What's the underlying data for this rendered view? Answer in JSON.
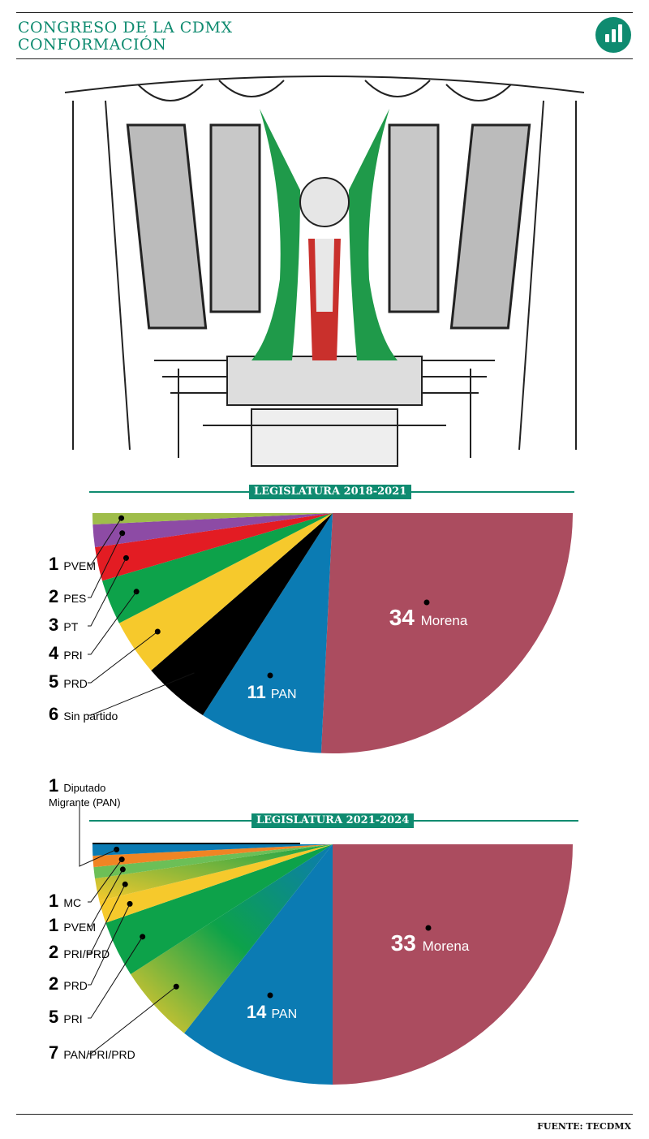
{
  "header": {
    "title_line1": "CONGRESO DE LA CDMX",
    "title_line2": "CONFORMACIÓN",
    "logo_icon": "bar-chart-icon",
    "accent": "#0f8b70"
  },
  "illustration": {
    "icon": "legislative-chamber-illustration"
  },
  "chart_data": [
    {
      "type": "pie",
      "title": "LEGISLATURA 2018-2021",
      "display": "half-pie (bottom half), labels left",
      "slices": [
        {
          "label": "Morena",
          "value": 34,
          "color": "#ab4c5f"
        },
        {
          "label": "PAN",
          "value": 11,
          "color": "#0b7bb3"
        },
        {
          "label": "Sin partido",
          "value": 6,
          "color": "#000000"
        },
        {
          "label": "PRD",
          "value": 5,
          "color": "#f6c92c"
        },
        {
          "label": "PRI",
          "value": 4,
          "color": "#0da24a"
        },
        {
          "label": "PT",
          "value": 3,
          "color": "#e31c23"
        },
        {
          "label": "PES",
          "value": 2,
          "color": "#8d4ba5"
        },
        {
          "label": "PVEM",
          "value": 1,
          "color": "#9fbd4a"
        }
      ]
    },
    {
      "type": "pie",
      "title": "LEGISLATURA 2021-2024",
      "display": "half-pie (bottom half), labels left",
      "slices": [
        {
          "label": "Morena",
          "value": 33,
          "color": "#ab4c5f"
        },
        {
          "label": "PAN",
          "value": 14,
          "color": "#0b7bb3"
        },
        {
          "label": "PAN/PRI/PRD",
          "value": 7,
          "color": "gradient:#0b7bb3,#0da24a,#f6c92c"
        },
        {
          "label": "PRI",
          "value": 5,
          "color": "#0da24a"
        },
        {
          "label": "PRD",
          "value": 2,
          "color": "#f6c92c"
        },
        {
          "label": "PRI/PRD",
          "value": 2,
          "color": "gradient:#0da24a,#f6c92c"
        },
        {
          "label": "PVEM",
          "value": 1,
          "color": "#6cbf57"
        },
        {
          "label": "MC",
          "value": 1,
          "color": "#f08524"
        },
        {
          "label": "Diputado Migrante (PAN)",
          "value": 1,
          "color": "#0b7bb3"
        }
      ],
      "top_marker": {
        "color": "#000000"
      }
    }
  ],
  "source": "FUENTE: TECDMX"
}
